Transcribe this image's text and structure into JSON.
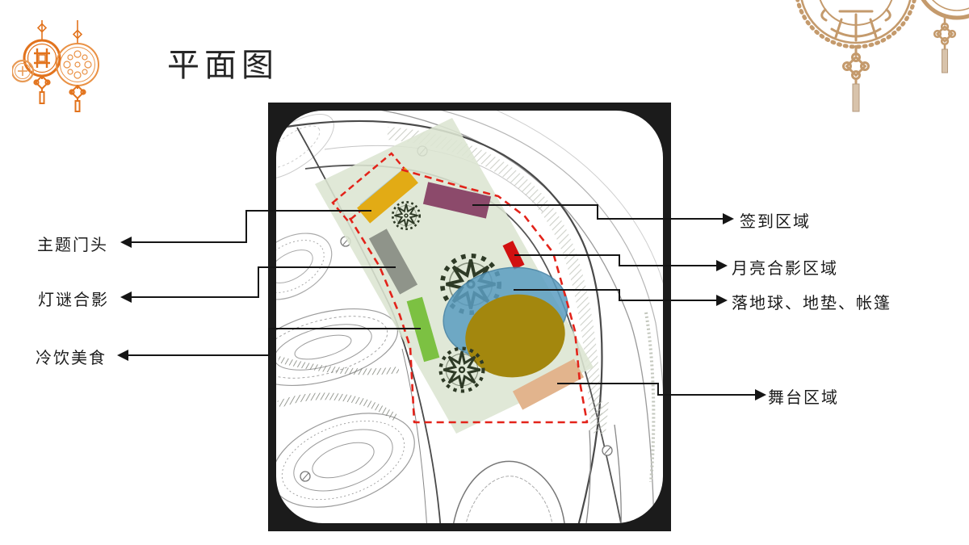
{
  "title": "平面图",
  "colors": {
    "frame": "#1b1b1b",
    "sage_overlay": "#dce5d2",
    "boundary_red": "#e3231a",
    "gold_circle": "#a3870e",
    "blue_stroke": "#3f7ea3",
    "tree_green": "#2e3a26",
    "callout_black": "#151515",
    "ornament_orange": "#e2731d",
    "ornament_bronze": "#c49a6c",
    "tassel_fill": "#d8c3ab"
  },
  "zones": [
    {
      "name": "theme-gate",
      "label": "主题门头",
      "color": "#e2ab15",
      "side": "left"
    },
    {
      "name": "lantern-riddle-photo",
      "label": "灯谜合影",
      "color": "#8f948a",
      "side": "left"
    },
    {
      "name": "cold-drinks-food",
      "label": "冷饮美食",
      "color": "#7cc142",
      "side": "left"
    },
    {
      "name": "sign-in-area",
      "label": "签到区域",
      "color": "#8c4a6b",
      "side": "right"
    },
    {
      "name": "moon-photo-area",
      "label": "月亮合影区域",
      "color": "#d11010",
      "side": "right"
    },
    {
      "name": "globe-mat-tent",
      "label": "落地球、地垫、帐篷",
      "color": "#5b9dc1",
      "side": "right"
    },
    {
      "name": "stage-area",
      "label": "舞台区域",
      "color": "#e2b48d",
      "side": "right"
    }
  ]
}
